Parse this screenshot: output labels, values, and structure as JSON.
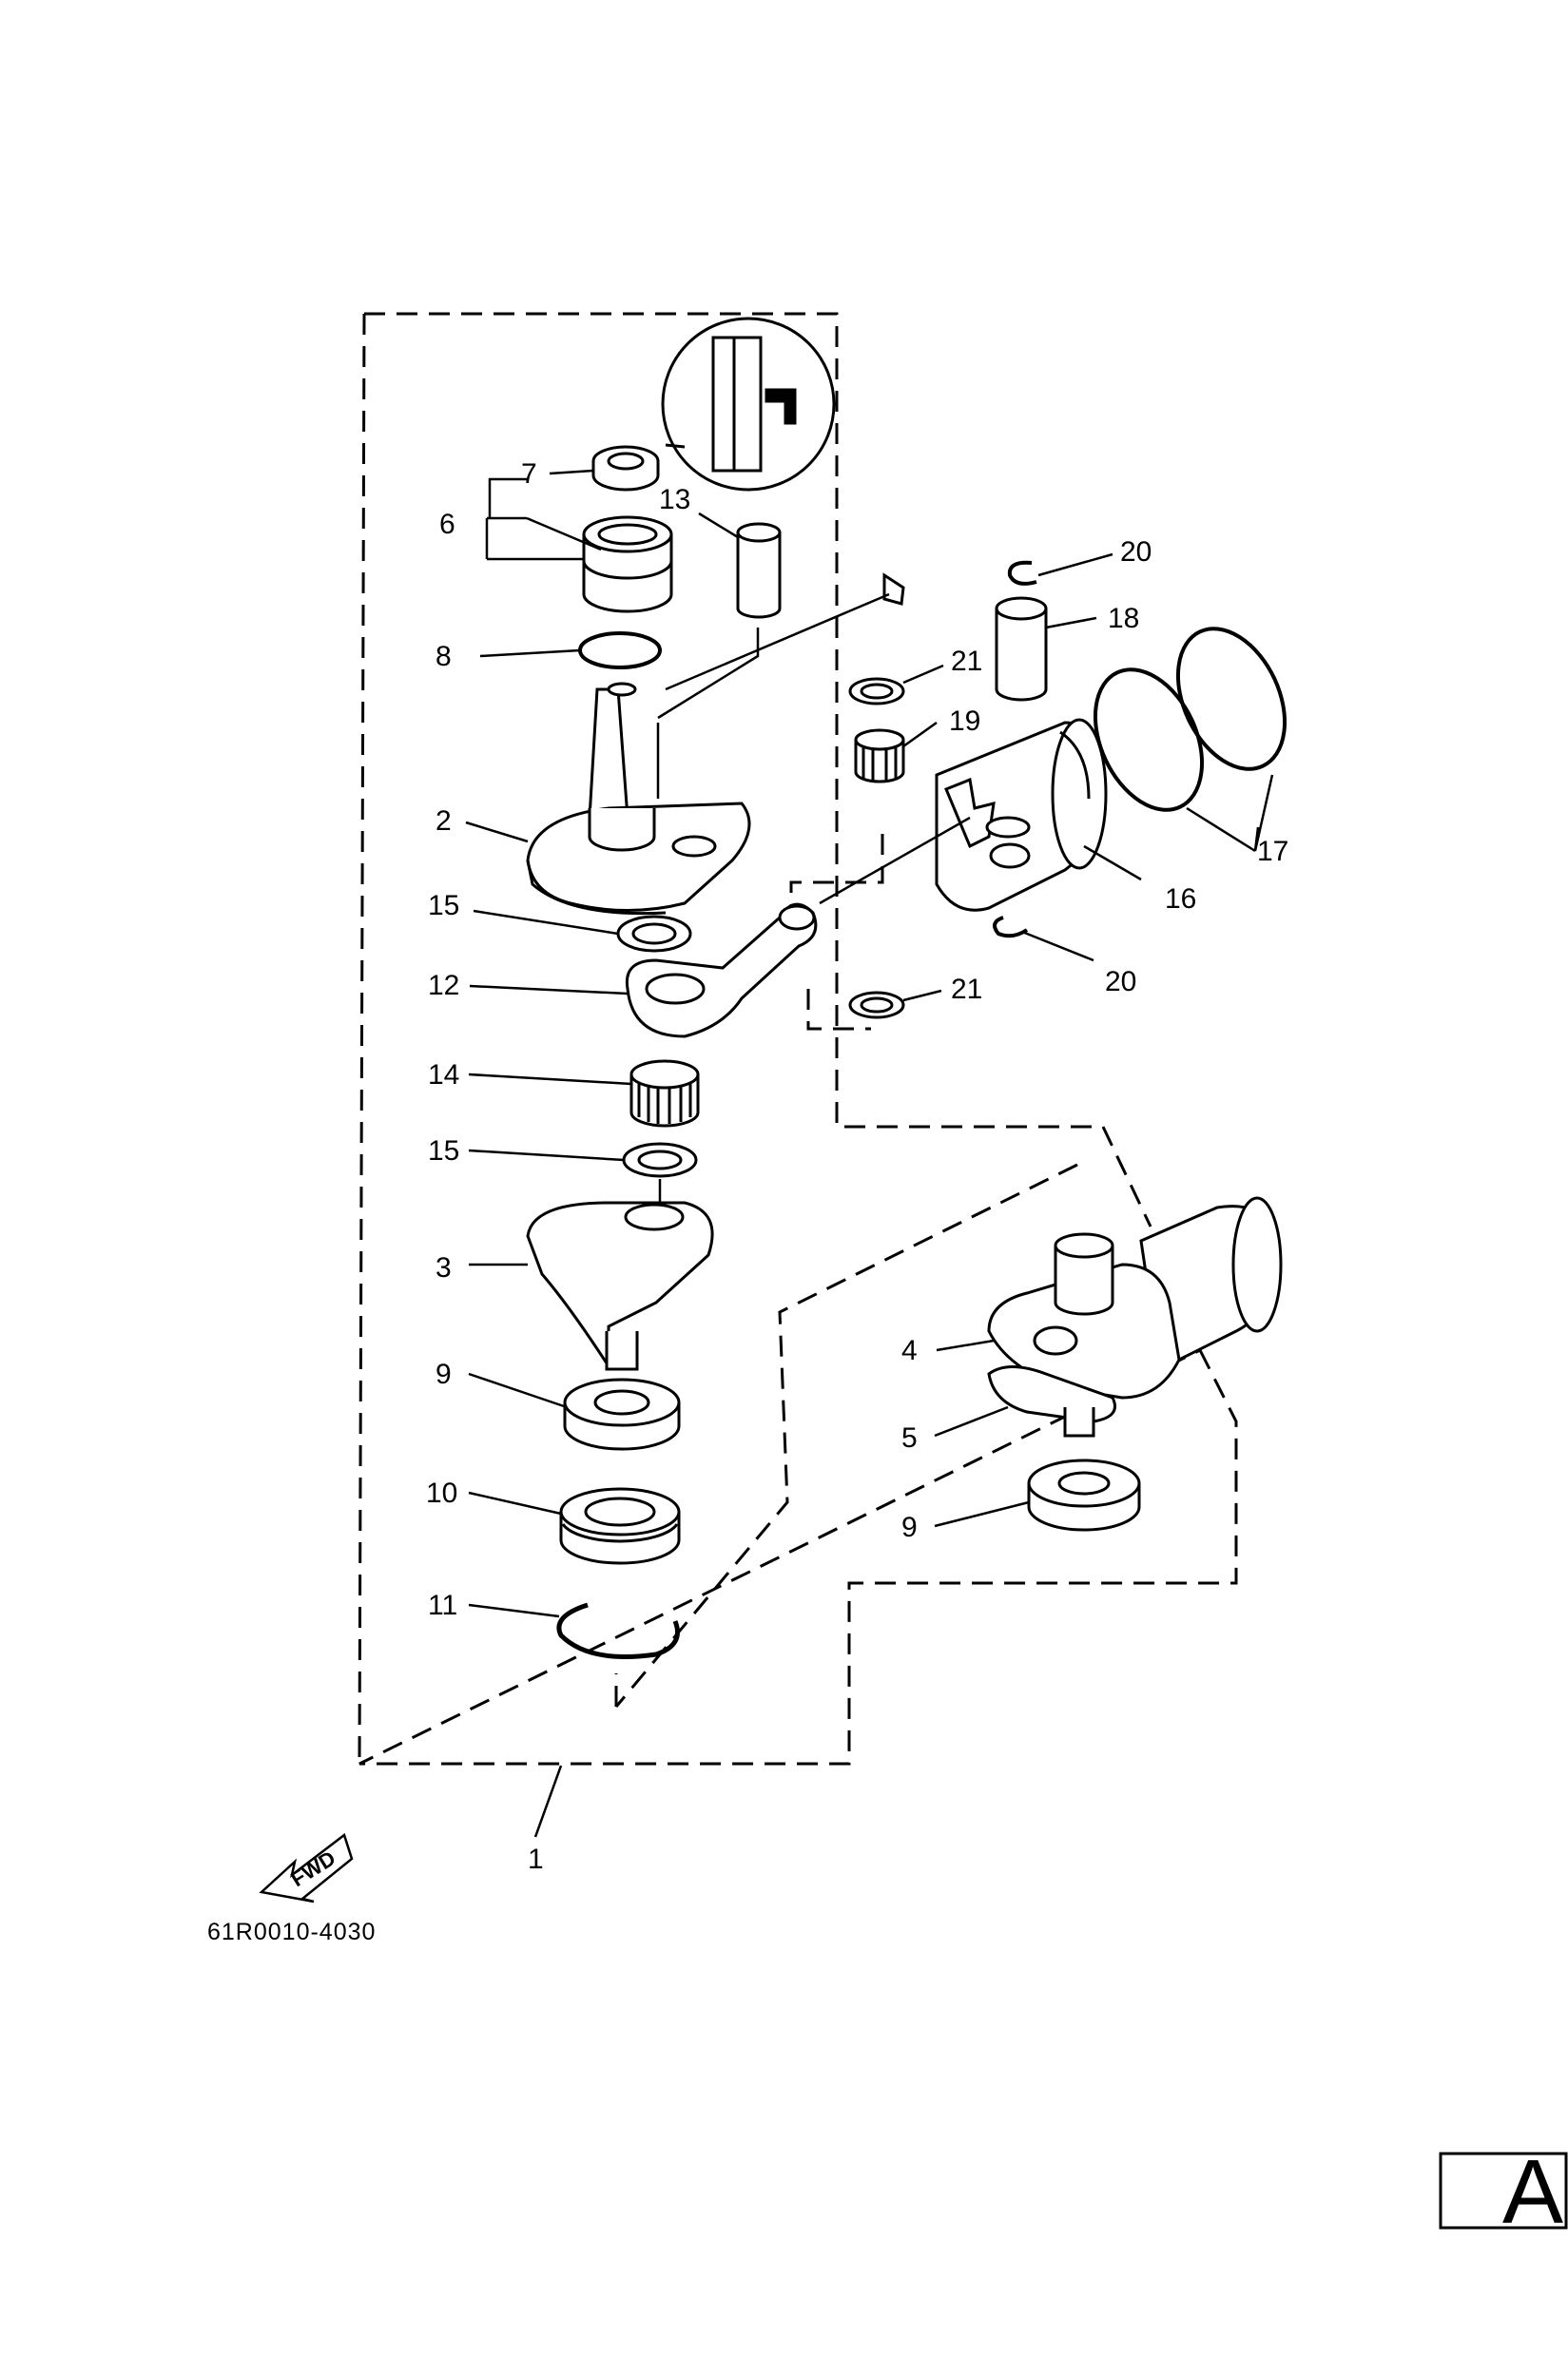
{
  "diagram": {
    "callouts": {
      "c1": "1",
      "c2": "2",
      "c3": "3",
      "c4": "4",
      "c5": "5",
      "c6": "6",
      "c7": "7",
      "c8": "8",
      "c9a": "9",
      "c9b": "9",
      "c10": "10",
      "c11": "11",
      "c12": "12",
      "c13": "13",
      "c14": "14",
      "c15a": "15",
      "c15b": "15",
      "c16": "16",
      "c17": "17",
      "c18": "18",
      "c19": "19",
      "c20a": "20",
      "c20b": "20",
      "c21a": "21",
      "c21b": "21"
    },
    "direction_label": "FWD",
    "part_code": "61R0010-4030",
    "section_letter": "A"
  }
}
